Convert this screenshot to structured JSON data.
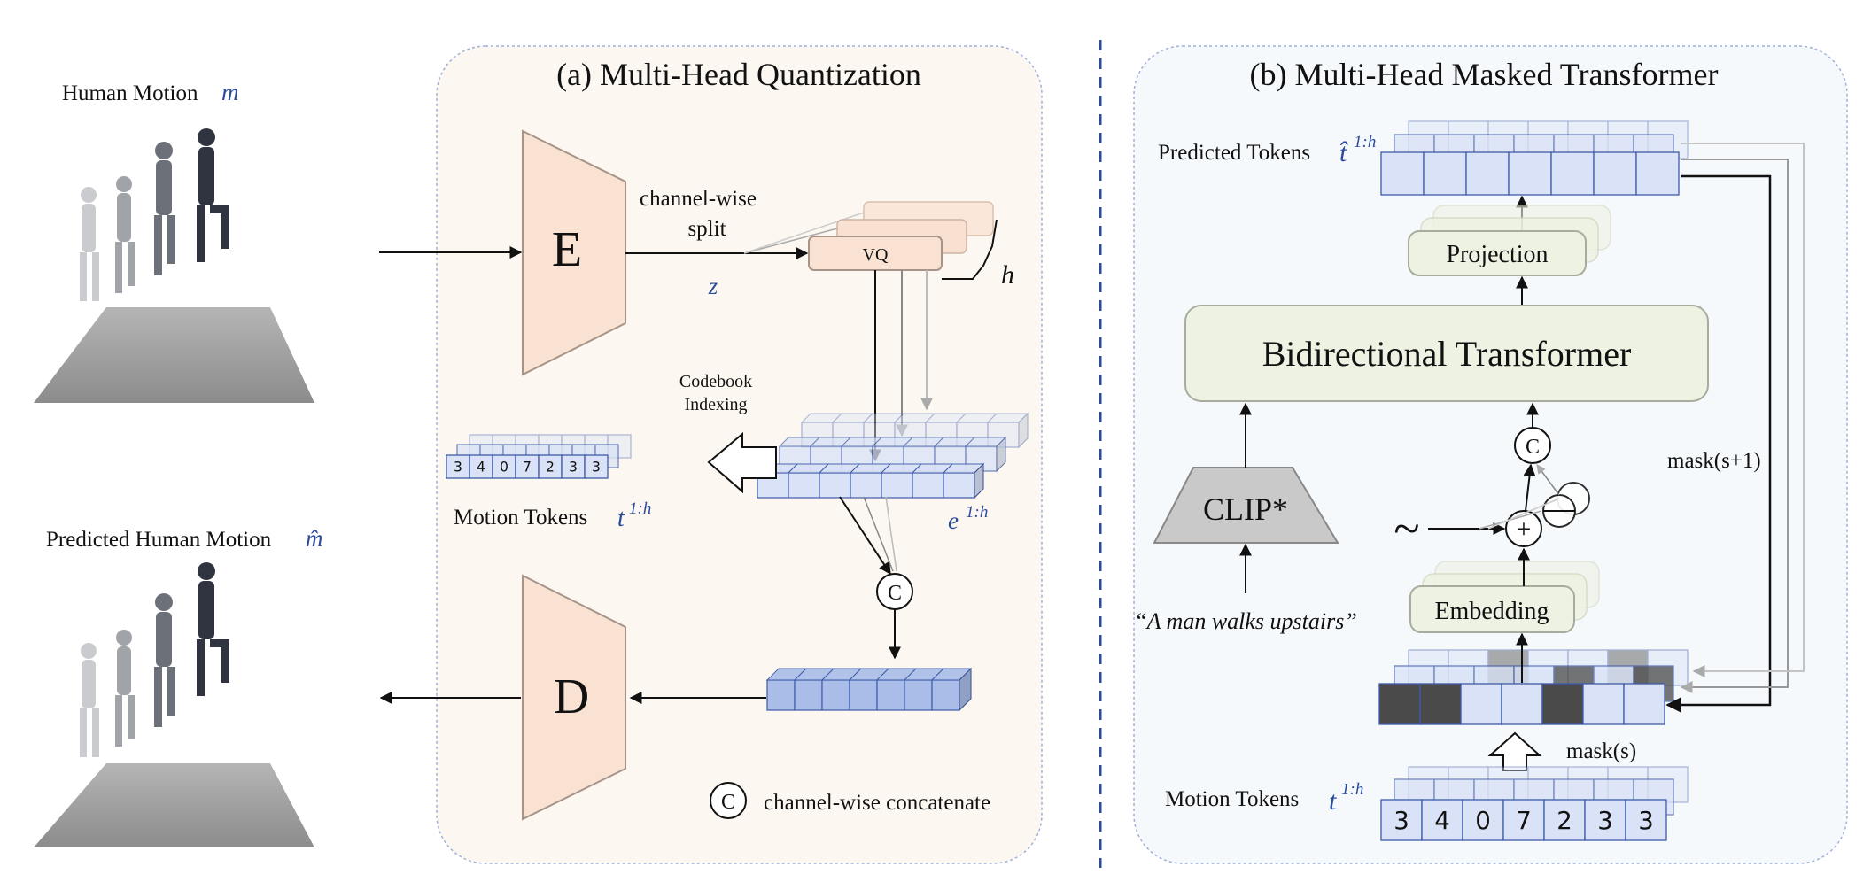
{
  "left": {
    "human_motion_label": "Human Motion",
    "human_motion_symbol": "m",
    "predicted_label": "Predicted Human Motion",
    "predicted_symbol": "m̂"
  },
  "panel_a": {
    "title": "(a) Multi-Head Quantization",
    "encoder": "E",
    "decoder": "D",
    "split_label_1": "channel-wise",
    "split_label_2": "split",
    "z_symbol": "z",
    "vq_label": "VQ",
    "h_symbol": "h",
    "codebook_label_1": "Codebook",
    "codebook_label_2": "Indexing",
    "tokens": [
      "3",
      "4",
      "0",
      "7",
      "2",
      "3",
      "3"
    ],
    "motion_tokens_label": "Motion Tokens",
    "motion_tokens_symbol": "t",
    "motion_tokens_sup": "1:h",
    "e_symbol": "e",
    "e_sup": "1:h",
    "concat_symbol": "C",
    "legend_text": "channel-wise concatenate"
  },
  "panel_b": {
    "title": "(b) Multi-Head Masked Transformer",
    "predicted_tokens_label": "Predicted Tokens",
    "predicted_tokens_symbol": "t̂",
    "predicted_tokens_sup": "1:h",
    "projection": "Projection",
    "transformer": "Bidirectional Transformer",
    "clip": "CLIP*",
    "prompt": "“A man walks upstairs”",
    "concat_symbol": "C",
    "plus_symbol": "+",
    "noise_symbol": "~",
    "embedding": "Embedding",
    "mask_next": "mask(s+1)",
    "mask_cur": "mask(s)",
    "motion_tokens_label": "Motion Tokens",
    "motion_tokens_symbol": "t",
    "motion_tokens_sup": "1:h",
    "tokens": [
      "3",
      "4",
      "0",
      "7",
      "2",
      "3",
      "3"
    ],
    "masked_pattern": [
      true,
      true,
      false,
      false,
      true,
      false,
      false
    ]
  },
  "colors": {
    "panel_a_bg": "#fcf8f1",
    "panel_b_bg": "#f5f9fc",
    "encoder_fill": "#f9e2d2",
    "token_fill": "#d9e2f6",
    "token_stroke": "#3c5ba8",
    "embed_fill": "#a9bde8",
    "module_fill": "#eef2e2",
    "mask_fill": "#4a4a4a",
    "clip_fill": "#c9c9c9"
  }
}
